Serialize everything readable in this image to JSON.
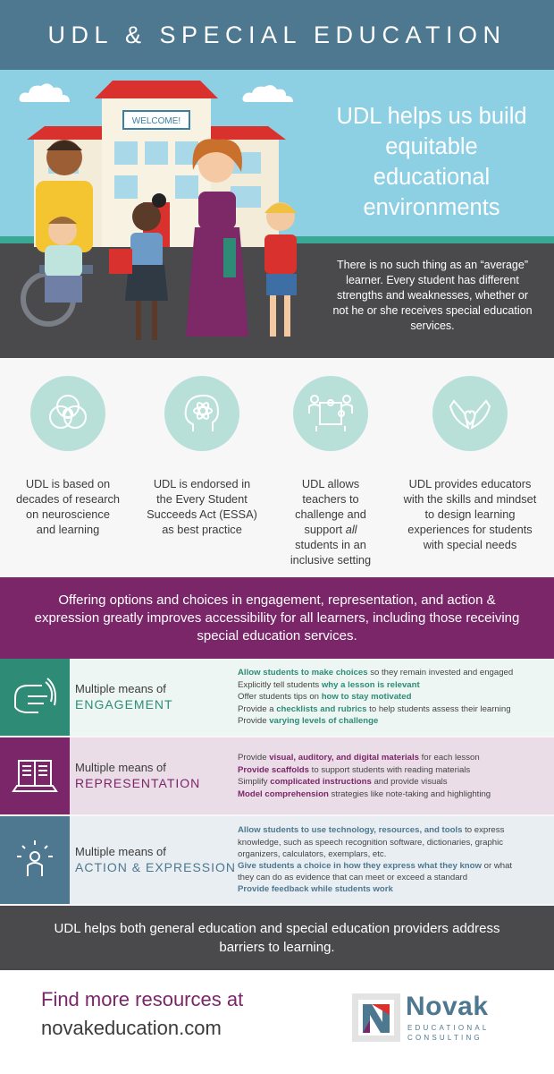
{
  "header": {
    "title": "UDL & SPECIAL EDUCATION"
  },
  "hero": {
    "sign": "WELCOME!",
    "headline": "UDL helps us build equitable educational environments",
    "text": "There is no such thing as an “average” learner. Every student has different strengths and weaknesses, whether or not he or she receives special education services."
  },
  "pillars": [
    {
      "icon": "overlapping-circles-icon",
      "text": "UDL is based on decades of research on neuroscience and learning"
    },
    {
      "icon": "head-atom-icon",
      "text": "UDL is endorsed  in the Every Student Succeeds Act (ESSA) as best practice"
    },
    {
      "icon": "puzzle-people-icon",
      "text": "UDL allows teachers to challenge and support all students in an inclusive setting"
    },
    {
      "icon": "hands-heart-icon",
      "text": "UDL provides educators with the skills and mindset to design learning experiences for students with special needs"
    }
  ],
  "banner": {
    "text": "Offering options and choices in engagement, representation, and action & expression greatly improves accessibility for all learners, including those receiving special education services."
  },
  "means": {
    "engagement": {
      "line1": "Multiple means of",
      "line2": "ENGAGEMENT",
      "items": [
        {
          "bold": "Allow students to make choices",
          "rest": " so they remain invested and engaged"
        },
        {
          "pre": "Explicitly tell students ",
          "bold": "why a lesson is relevant"
        },
        {
          "pre": "Offer students tips on ",
          "bold": "how to stay motivated"
        },
        {
          "pre": "Provide a ",
          "bold": "checklists and rubrics",
          "rest": " to help students assess their learning"
        },
        {
          "pre": "Provide ",
          "bold": "varying levels of challenge"
        }
      ]
    },
    "representation": {
      "line1": "Multiple means of",
      "line2": "REPRESENTATION",
      "items": [
        {
          "pre": "Provide ",
          "bold": "visual, auditory, and digital materials",
          "rest": " for each lesson"
        },
        {
          "bold": "Provide scaffolds",
          "rest": " to support students with reading materials"
        },
        {
          "pre": "Simplify ",
          "bold": "complicated instructions",
          "rest": " and provide visuals"
        },
        {
          "bold": "Model comprehension",
          "rest": " strategies like note-taking and highlighting"
        }
      ]
    },
    "action": {
      "line1": "Multiple means of",
      "line2": "ACTION & EXPRESSION",
      "items": [
        {
          "bold": "Allow students to use technology, resources, and tools",
          "rest": " to express"
        },
        {
          "rest": "knowledge, such as speech recognition software, dictionaries, graphic"
        },
        {
          "rest": "organizers, calculators, exemplars, etc."
        },
        {
          "bold": "Give students a choice in how they express what they know",
          "rest": " or what"
        },
        {
          "rest": "they can do as evidence that can meet or exceed a standard"
        },
        {
          "bold": "Provide feedback while students work"
        }
      ]
    }
  },
  "gray_banner": {
    "text": "UDL helps both general education and special education providers address barriers to learning."
  },
  "footer": {
    "line1": "Find more resources at",
    "line2": "novakeducation.com",
    "logo_name": "Novak",
    "logo_sub1": "EDUCATIONAL",
    "logo_sub2": "CONSULTING"
  },
  "colors": {
    "teal": "#2e8c76",
    "purple": "#7a2668",
    "slate": "#4e7890",
    "sky": "#8dcfe3",
    "dark": "#4a4a4c"
  }
}
